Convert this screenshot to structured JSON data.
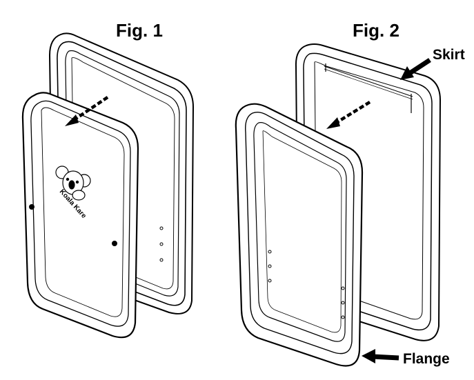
{
  "figures": [
    {
      "title": "Fig. 1"
    },
    {
      "title": "Fig. 2"
    }
  ],
  "callouts": {
    "skirt": "Skirt",
    "flange": "Flange"
  },
  "logo": {
    "text": "Koala Kare",
    "icon": "koala-bear-icon"
  },
  "colors": {
    "line": "#000000",
    "background": "#ffffff"
  }
}
